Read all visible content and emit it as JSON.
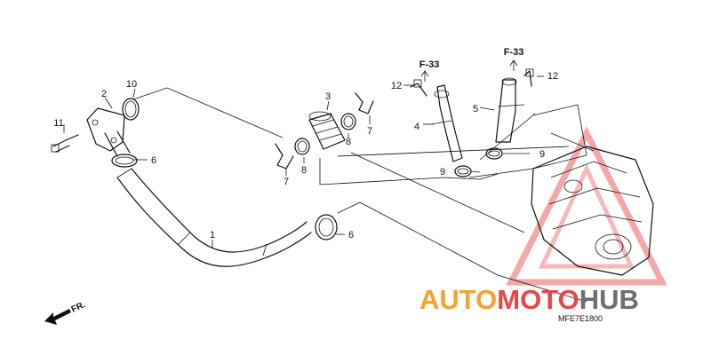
{
  "callouts": [
    {
      "label": "1"
    },
    {
      "label": "2"
    },
    {
      "label": "3"
    },
    {
      "label": "4"
    },
    {
      "label": "5"
    },
    {
      "label": "6"
    },
    {
      "label": "6"
    },
    {
      "label": "7"
    },
    {
      "label": "7"
    },
    {
      "label": "8"
    },
    {
      "label": "8"
    },
    {
      "label": "9"
    },
    {
      "label": "9"
    },
    {
      "label": "10"
    },
    {
      "label": "11"
    },
    {
      "label": "12"
    },
    {
      "label": "12"
    }
  ],
  "references": [
    {
      "label": "F-33"
    },
    {
      "label": "F-33"
    }
  ],
  "front_indicator": "FR.",
  "diagram_code": "MFE7E1800",
  "watermark": {
    "part1": "AUTO",
    "part2": "MOTO",
    "part3": "HUB"
  },
  "colors": {
    "watermark_orange": "#f4a22c",
    "watermark_red": "#e84646",
    "watermark_gray": "#6f6f6f",
    "line": "#111111"
  }
}
